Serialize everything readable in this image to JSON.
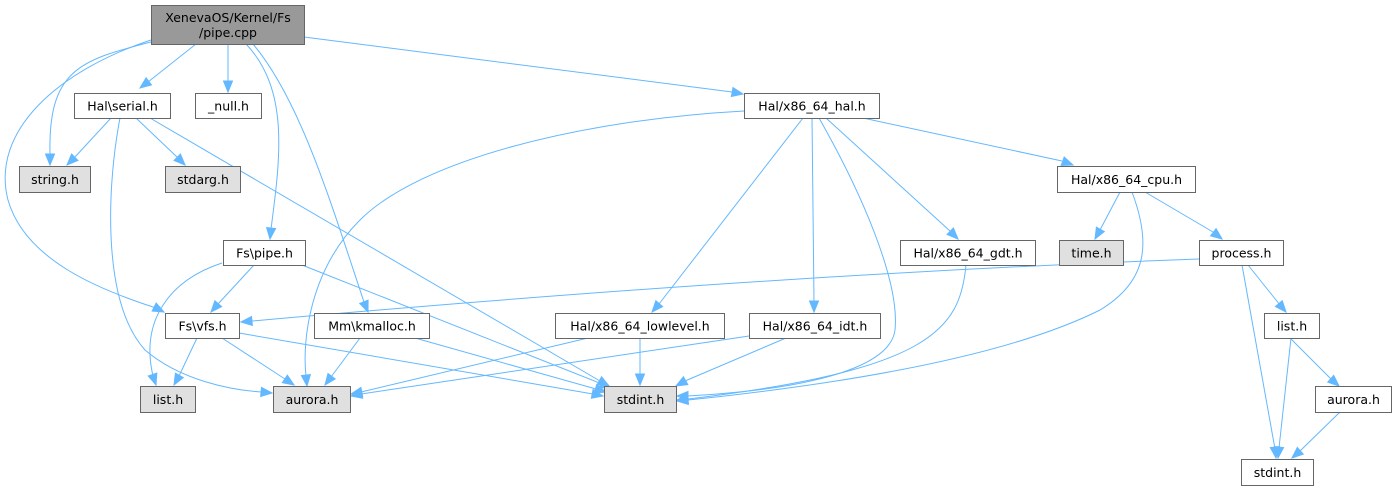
{
  "title": "XenevaOS/Kernel/Fs/pipe.cpp include dependency graph",
  "colors": {
    "root_fill": "#999999",
    "documented_fill": "#ffffff",
    "undocumented_fill": "#e0e0e0",
    "edge": "#63b8ff",
    "border": "#666666"
  },
  "nodes": [
    {
      "id": "root",
      "lines": [
        "XenevaOS/Kernel/Fs",
        "/pipe.cpp"
      ],
      "kind": "root"
    },
    {
      "id": "hal_serial",
      "lines": [
        "Hal\\serial.h"
      ],
      "kind": "documented"
    },
    {
      "id": "null_h",
      "lines": [
        "_null.h"
      ],
      "kind": "documented"
    },
    {
      "id": "x86_64_hal",
      "lines": [
        "Hal/x86_64_hal.h"
      ],
      "kind": "documented"
    },
    {
      "id": "string_h",
      "lines": [
        "string.h"
      ],
      "kind": "external"
    },
    {
      "id": "stdarg_h",
      "lines": [
        "stdarg.h"
      ],
      "kind": "external"
    },
    {
      "id": "x86_64_cpu",
      "lines": [
        "Hal/x86_64_cpu.h"
      ],
      "kind": "documented"
    },
    {
      "id": "fs_pipe",
      "lines": [
        "Fs\\pipe.h"
      ],
      "kind": "documented"
    },
    {
      "id": "x86_64_gdt",
      "lines": [
        "Hal/x86_64_gdt.h"
      ],
      "kind": "documented"
    },
    {
      "id": "time_h",
      "lines": [
        "time.h"
      ],
      "kind": "external"
    },
    {
      "id": "process_h",
      "lines": [
        "process.h"
      ],
      "kind": "documented"
    },
    {
      "id": "fs_vfs",
      "lines": [
        "Fs\\vfs.h"
      ],
      "kind": "documented"
    },
    {
      "id": "mm_kmalloc",
      "lines": [
        "Mm\\kmalloc.h"
      ],
      "kind": "documented"
    },
    {
      "id": "x86_64_lowlevel",
      "lines": [
        "Hal/x86_64_lowlevel.h"
      ],
      "kind": "documented"
    },
    {
      "id": "x86_64_idt",
      "lines": [
        "Hal/x86_64_idt.h"
      ],
      "kind": "documented"
    },
    {
      "id": "list_h_r",
      "lines": [
        "list.h"
      ],
      "kind": "documented"
    },
    {
      "id": "list_h_l",
      "lines": [
        "list.h"
      ],
      "kind": "external"
    },
    {
      "id": "aurora_h_c",
      "lines": [
        "aurora.h"
      ],
      "kind": "external"
    },
    {
      "id": "stdint_h_c",
      "lines": [
        "stdint.h"
      ],
      "kind": "external"
    },
    {
      "id": "aurora_h_r",
      "lines": [
        "aurora.h"
      ],
      "kind": "documented"
    },
    {
      "id": "stdint_h_r",
      "lines": [
        "stdint.h"
      ],
      "kind": "documented"
    }
  ],
  "edges": [
    [
      "root",
      "hal_serial"
    ],
    [
      "root",
      "null_h"
    ],
    [
      "root",
      "x86_64_hal"
    ],
    [
      "root",
      "string_h"
    ],
    [
      "root",
      "fs_pipe"
    ],
    [
      "root",
      "fs_vfs"
    ],
    [
      "root",
      "mm_kmalloc"
    ],
    [
      "hal_serial",
      "string_h"
    ],
    [
      "hal_serial",
      "stdarg_h"
    ],
    [
      "hal_serial",
      "aurora_h_c"
    ],
    [
      "hal_serial",
      "stdint_h_c"
    ],
    [
      "x86_64_hal",
      "aurora_h_c"
    ],
    [
      "x86_64_hal",
      "x86_64_lowlevel"
    ],
    [
      "x86_64_hal",
      "x86_64_idt"
    ],
    [
      "x86_64_hal",
      "stdint_h_c"
    ],
    [
      "x86_64_hal",
      "x86_64_gdt"
    ],
    [
      "x86_64_hal",
      "x86_64_cpu"
    ],
    [
      "x86_64_cpu",
      "time_h"
    ],
    [
      "x86_64_cpu",
      "process_h"
    ],
    [
      "x86_64_cpu",
      "stdint_h_c"
    ],
    [
      "process_h",
      "fs_vfs"
    ],
    [
      "process_h",
      "list_h_r"
    ],
    [
      "process_h",
      "stdint_h_r"
    ],
    [
      "list_h_r",
      "aurora_h_r"
    ],
    [
      "list_h_r",
      "stdint_h_r"
    ],
    [
      "aurora_h_r",
      "stdint_h_r"
    ],
    [
      "fs_pipe",
      "fs_vfs"
    ],
    [
      "fs_pipe",
      "list_h_l"
    ],
    [
      "fs_pipe",
      "stdint_h_c"
    ],
    [
      "fs_vfs",
      "list_h_l"
    ],
    [
      "fs_vfs",
      "aurora_h_c"
    ],
    [
      "fs_vfs",
      "stdint_h_c"
    ],
    [
      "mm_kmalloc",
      "aurora_h_c"
    ],
    [
      "mm_kmalloc",
      "stdint_h_c"
    ],
    [
      "x86_64_gdt",
      "stdint_h_c"
    ],
    [
      "x86_64_lowlevel",
      "stdint_h_c"
    ],
    [
      "x86_64_lowlevel",
      "aurora_h_c"
    ],
    [
      "x86_64_idt",
      "stdint_h_c"
    ],
    [
      "x86_64_idt",
      "aurora_h_c"
    ]
  ]
}
